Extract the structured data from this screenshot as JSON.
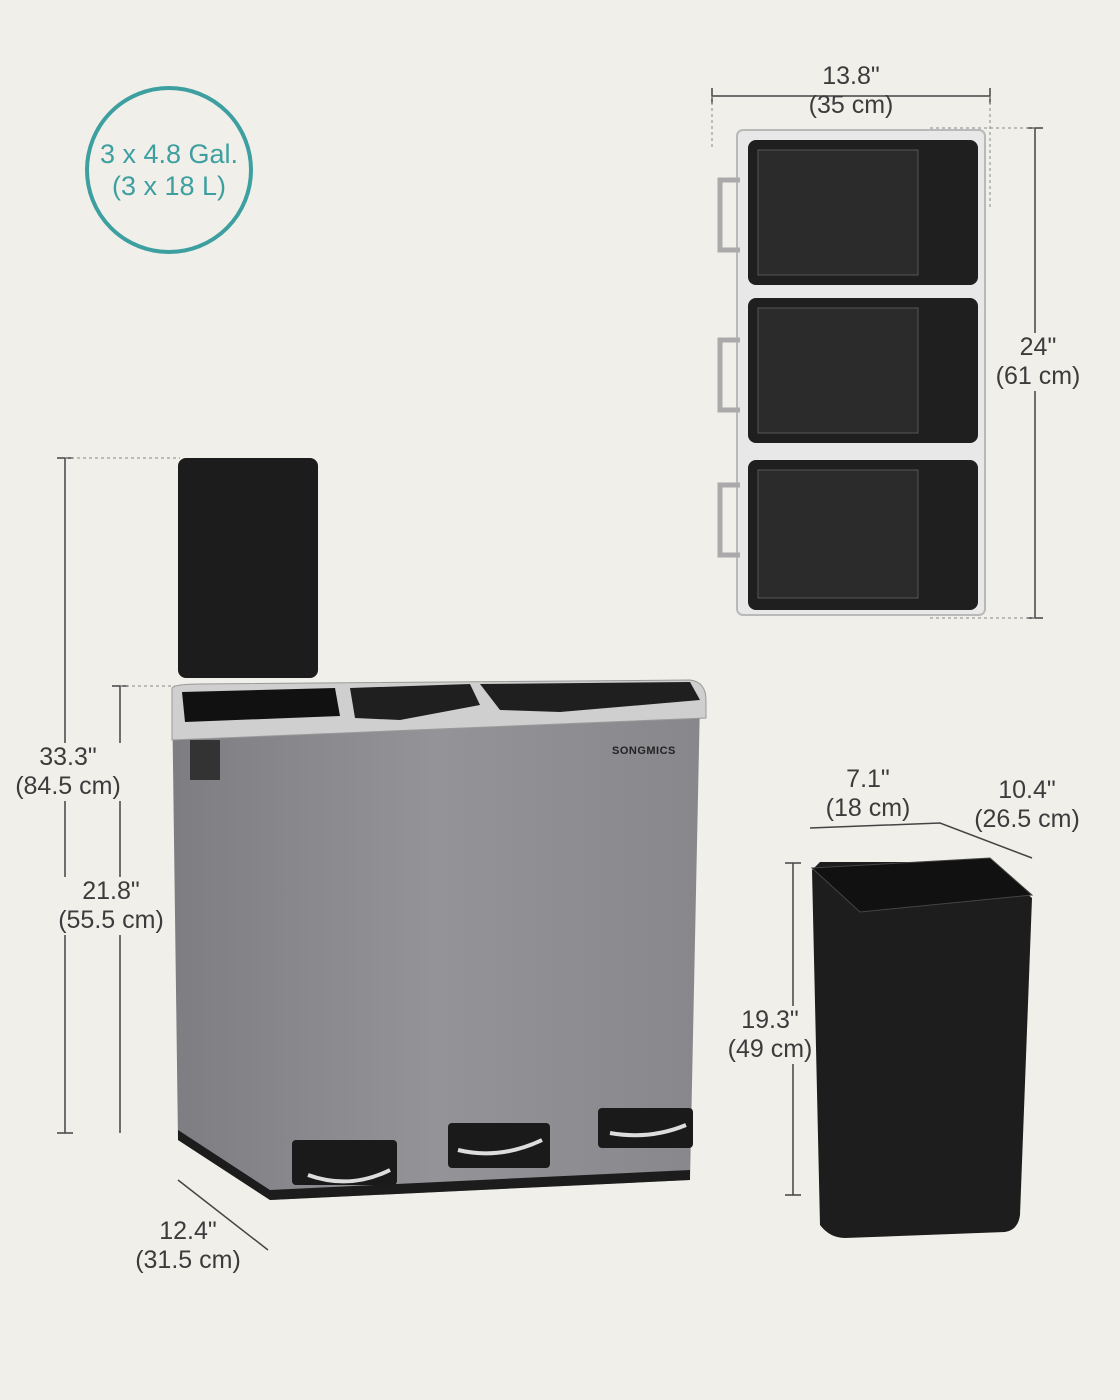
{
  "capacity": {
    "line1": "3 x 4.8 Gal.",
    "line2": "(3 x 18 L)"
  },
  "brand": "SONGMICS",
  "dimensions": {
    "top_width": {
      "in": "13.8\"",
      "cm": "(35 cm)"
    },
    "top_depth": {
      "in": "24\"",
      "cm": "(61 cm)"
    },
    "total_height": {
      "in": "33.3\"",
      "cm": "(84.5 cm)"
    },
    "body_height": {
      "in": "21.8\"",
      "cm": "(55.5 cm)"
    },
    "body_depth": {
      "in": "12.4\"",
      "cm": "(31.5 cm)"
    },
    "bucket_width": {
      "in": "7.1\"",
      "cm": "(18 cm)"
    },
    "bucket_depth": {
      "in": "10.4\"",
      "cm": "(26.5 cm)"
    },
    "bucket_height": {
      "in": "19.3\"",
      "cm": "(49 cm)"
    }
  },
  "colors": {
    "accent": "#3d9fa0",
    "background": "#f1efea",
    "body": "#8a8a8e"
  }
}
